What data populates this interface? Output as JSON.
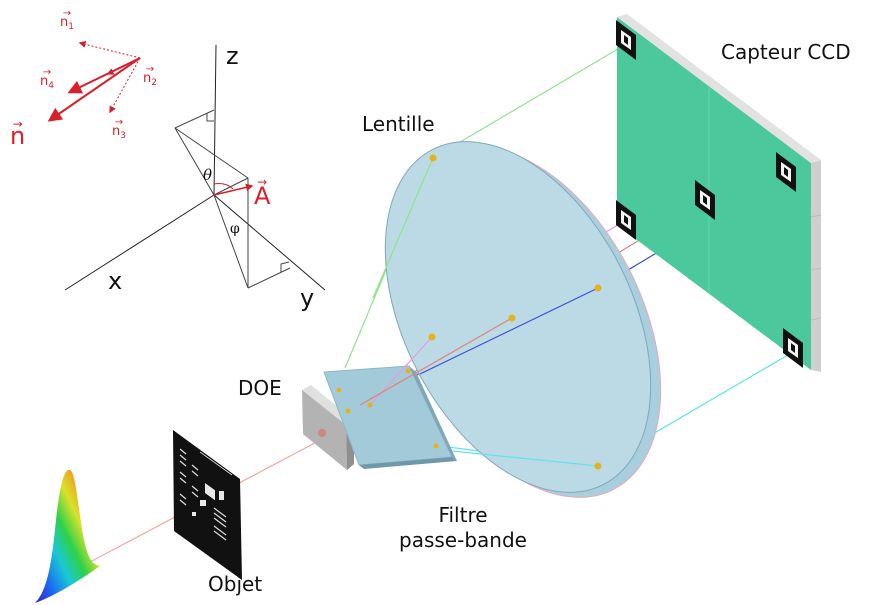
{
  "labels": {
    "lens": "Lentille",
    "sensor": "Capteur CCD",
    "doe": "DOE",
    "filter_line1": "Filtre",
    "filter_line2": "passe-bande",
    "object": "Objet"
  },
  "axes": {
    "x": "x",
    "y": "y",
    "z": "z"
  },
  "vectors": {
    "A": "A",
    "n": "n",
    "n1": "n",
    "n1_sub": "1",
    "n2": "n",
    "n2_sub": "2",
    "n3": "n",
    "n3_sub": "3",
    "n4": "n",
    "n4_sub": "4"
  },
  "angles": {
    "theta": "θ",
    "phi": "φ"
  },
  "colors": {
    "lens_fill": "#b7d8e6",
    "filter_fill": "#a3cad8",
    "sensor_fill": "#4bc99c",
    "doe_fill": "#b5b5b5",
    "vector_red": "#e5141b",
    "ray_red": "#f0a7a0",
    "ray_green": "#8ee48a",
    "ray_magenta": "#e59ae6",
    "ray_blue": "#3a4fd4",
    "ray_cyan": "#61e4e8",
    "focus_dot": "#e4b21b"
  },
  "icons": [
    "spectrum-curve-icon",
    "resolution-target-icon",
    "calibration-marker-icon"
  ]
}
